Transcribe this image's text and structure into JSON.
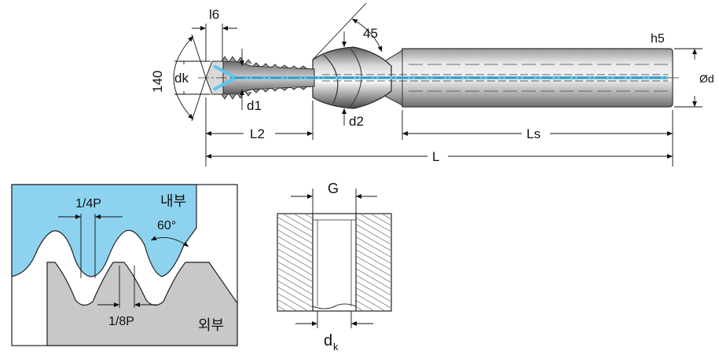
{
  "tool": {
    "dim_l6": "l6",
    "dim_45": "45",
    "dim_140": "140",
    "dim_dk": "dk",
    "dim_d1": "d1",
    "dim_d2": "d2",
    "dim_h5": "h5",
    "dim_od": "Ød",
    "dim_L2": "L2",
    "dim_Ls": "Ls",
    "dim_L": "L"
  },
  "thread": {
    "internal": "내부",
    "external": "외부",
    "quarter_pitch": "1/4P",
    "eighth_pitch": "1/8P",
    "angle": "60°"
  },
  "hole": {
    "g": "G",
    "dk_main": "d",
    "dk_sub": "k"
  },
  "colors": {
    "coolant": "#5bc8f0",
    "internal_fill": "#8dd3f0",
    "external_fill": "#c8c8c8",
    "shank_dark": "#8a8a8a",
    "shank_light": "#e6e6e6"
  }
}
